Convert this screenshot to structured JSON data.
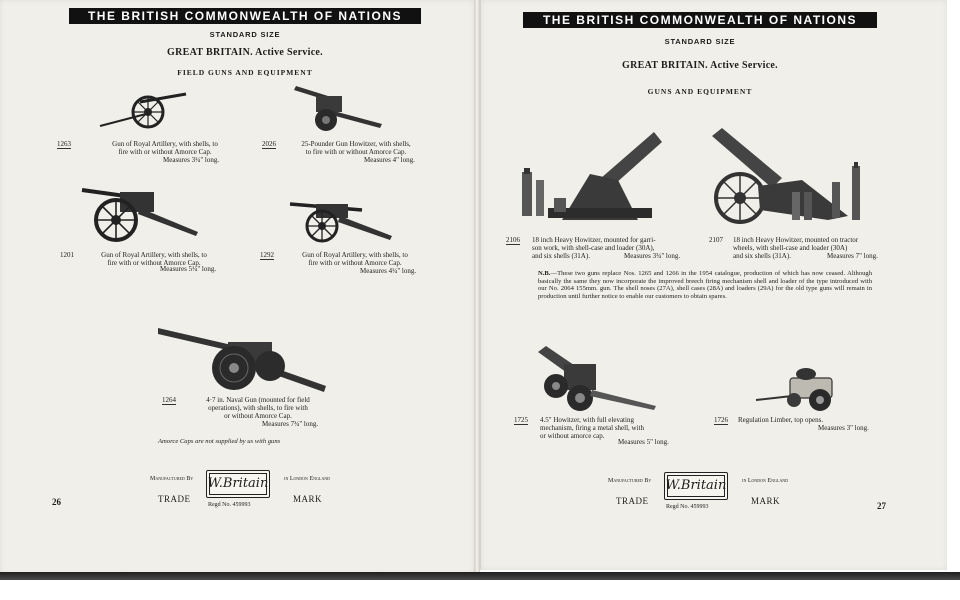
{
  "left_page": {
    "banner": "THE BRITISH COMMONWEALTH OF NATIONS",
    "size_label": "STANDARD SIZE",
    "section_title": "GREAT BRITAIN.  Active Service.",
    "subsection_title": "FIELD GUNS AND EQUIPMENT",
    "items": [
      {
        "number": "1263",
        "lines": [
          "Gun of Royal Artillery, with shells, to",
          "fire with or without Amorce Cap."
        ],
        "measure": "Measures 3¼\" long."
      },
      {
        "number": "2026",
        "lines": [
          "25-Pounder Gun Howitzer, with shells,",
          "to fire with or without Amorce Cap."
        ],
        "measure": "Measures 4\" long."
      },
      {
        "number": "1201",
        "lines": [
          "Gun of Royal Artillery, with shells, to",
          "fire with or without Amorce Cap."
        ],
        "measure": "Measures 5¼\" long."
      },
      {
        "number": "1292",
        "lines": [
          "Gun of Royal Artillery, with shells, to",
          "fire with or without Amorce Cap."
        ],
        "measure": "Measures 4¼\" long."
      },
      {
        "number": "1264",
        "lines": [
          "4·7 in.  Naval Gun (mounted for field",
          "operations), with shells, to fire with",
          "or without Amorce Cap."
        ],
        "measure": "Measures 7¾\" long."
      }
    ],
    "footnote": "Amorce Caps are not supplied by us with guns",
    "page_number": "26"
  },
  "right_page": {
    "banner": "THE BRITISH COMMONWEALTH OF NATIONS",
    "size_label": "STANDARD SIZE",
    "section_title": "GREAT BRITAIN.  Active Service.",
    "subsection_title": "GUNS AND EQUIPMENT",
    "items": [
      {
        "number": "2106",
        "lines": [
          "18 inch Heavy Howitzer, mounted for garri-",
          "son work, with shell-case and loader (30A),",
          "and six shells (31A)."
        ],
        "measure": "Measures 3¾\" long."
      },
      {
        "number": "2107",
        "lines": [
          "18 inch Heavy Howitzer, mounted on tractor",
          "wheels, with shell-case and loader (30A)",
          "and six shells (31A)."
        ],
        "measure": "Measures 7\" long."
      },
      {
        "number": "1725",
        "lines": [
          "4.5\" Howitzer, with full elevating",
          "mechanism, firing a metal shell, with",
          "or without amorce cap."
        ],
        "measure": "Measures 5\" long."
      },
      {
        "number": "1726",
        "lines": [
          "Regulation Limber, top opens."
        ],
        "measure": "Measures 3\" long."
      }
    ],
    "nb_label": "N.B.",
    "nb_text": "—These two guns replace Nos. 1265 and 1266 in the 1954 catalogue, production of which has now ceased.   Although basically the same they now incorporate the improved breech firing mechanism shell and loader of the type introduced with our No. 2064 155mm. gun. The shell noses (27A), shell cases (28A) and loaders (29A) for the old type guns will remain in production until further notice to enable our customers to obtain spares.",
    "page_number": "27"
  },
  "trademark": {
    "manufactured_by": "Manufactured By",
    "in_london": "in London England",
    "logo_text": "W.Britain",
    "trade": "TRADE",
    "mark": "MARK",
    "regd": "Regd No. 459993"
  }
}
